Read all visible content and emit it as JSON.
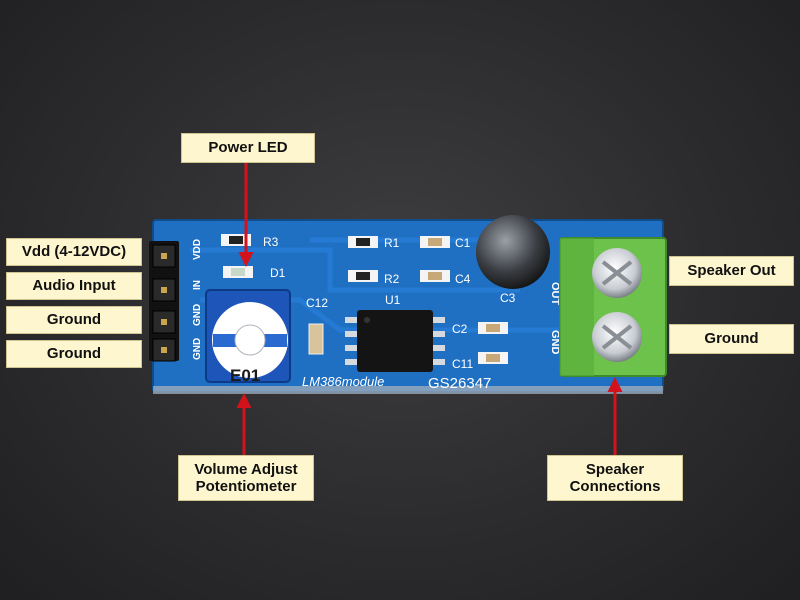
{
  "callouts": {
    "power_led": "Power LED",
    "vdd": "Vdd (4-12VDC)",
    "audio_input": "Audio Input",
    "ground_1": "Ground",
    "ground_2": "Ground",
    "volume_adjust": "Volume Adjust\nPotentiometer",
    "speaker_connections": "Speaker\nConnections",
    "speaker_out": "Speaker Out",
    "ground_right": "Ground"
  },
  "board_silkscreen": {
    "r3": "R3",
    "d1": "D1",
    "r1": "R1",
    "r2": "R2",
    "c1": "C1",
    "c4": "C4",
    "c3": "C3",
    "c2": "C2",
    "c11": "C11",
    "c12": "C12",
    "u1": "U1",
    "module_name": "LM386module",
    "board_id": "GS26347",
    "pin_vdd": "VDD",
    "pin_in": "IN",
    "pin_gnd_1": "GND",
    "pin_gnd_2": "GND",
    "out": "OUT",
    "gnd": "GND",
    "pot_marking": "E01"
  },
  "colors": {
    "pcb": "#1f6fc2",
    "terminal": "#6cc24a",
    "callout_bg": "#fdf6cf",
    "arrow": "#d3121b"
  }
}
